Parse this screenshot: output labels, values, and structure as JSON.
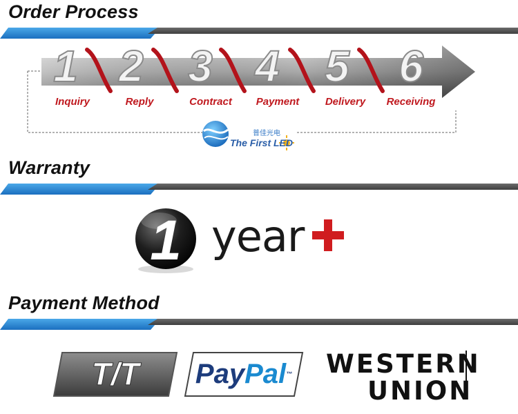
{
  "sections": {
    "order": {
      "title": "Order Process"
    },
    "warranty": {
      "title": "Warranty"
    },
    "payment": {
      "title": "Payment Method"
    }
  },
  "steps": [
    {
      "num": "1",
      "label": "Inquiry"
    },
    {
      "num": "2",
      "label": "Reply"
    },
    {
      "num": "3",
      "label": "Contract"
    },
    {
      "num": "4",
      "label": "Payment"
    },
    {
      "num": "5",
      "label": "Delivery"
    },
    {
      "num": "6",
      "label": "Receiving"
    }
  ],
  "logo": {
    "cn": "普佳光电",
    "en": "The First LED"
  },
  "warranty": {
    "num": "1",
    "text": "year"
  },
  "payments": {
    "tt": "T/T",
    "paypal_a": "Pay",
    "paypal_b": "Pal",
    "paypal_tm": "™",
    "wu1": "WESTERN",
    "wu2": "UNION"
  },
  "colors": {
    "accent_red": "#c0191f",
    "blue": "#1b6fbf",
    "gray": "#4a4a4a"
  }
}
